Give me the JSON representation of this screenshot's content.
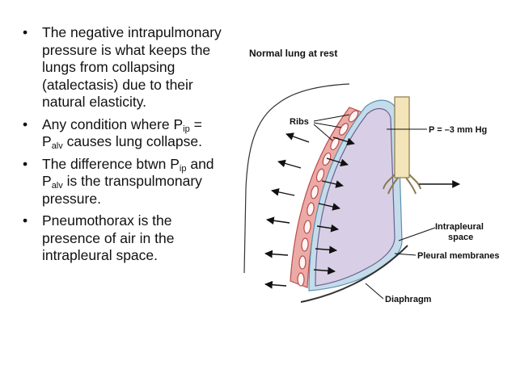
{
  "bullets": [
    {
      "parts": [
        "The negative intrapulmonary pressure is what keeps the lungs from collapsing (atalectasis) due to their natural elasticity."
      ]
    },
    {
      "parts": [
        "Any condition where P",
        "ip",
        " = P",
        "alv",
        " causes lung collapse."
      ]
    },
    {
      "parts": [
        "The difference btwn P",
        "ip",
        " and P",
        "alv",
        " is the transpulmonary pressure."
      ]
    },
    {
      "parts": [
        "Pneumothorax is the presence of air in the intrapleural space."
      ]
    }
  ],
  "bullet_symbol": "•",
  "diagram": {
    "title": "Normal lung at rest",
    "labels": {
      "ribs": "Ribs",
      "pressure": "P = –3 mm Hg",
      "intrapleural_line1": "Intrapleural",
      "intrapleural_line2": "space",
      "pleural_membranes": "Pleural membranes",
      "diaphragm": "Diaphragm"
    },
    "colors": {
      "lung_fill": "#d8cfe6",
      "pleura": "#bcd8e8",
      "ribs": "#e89a96",
      "trachea": "#f3e5b9"
    }
  }
}
